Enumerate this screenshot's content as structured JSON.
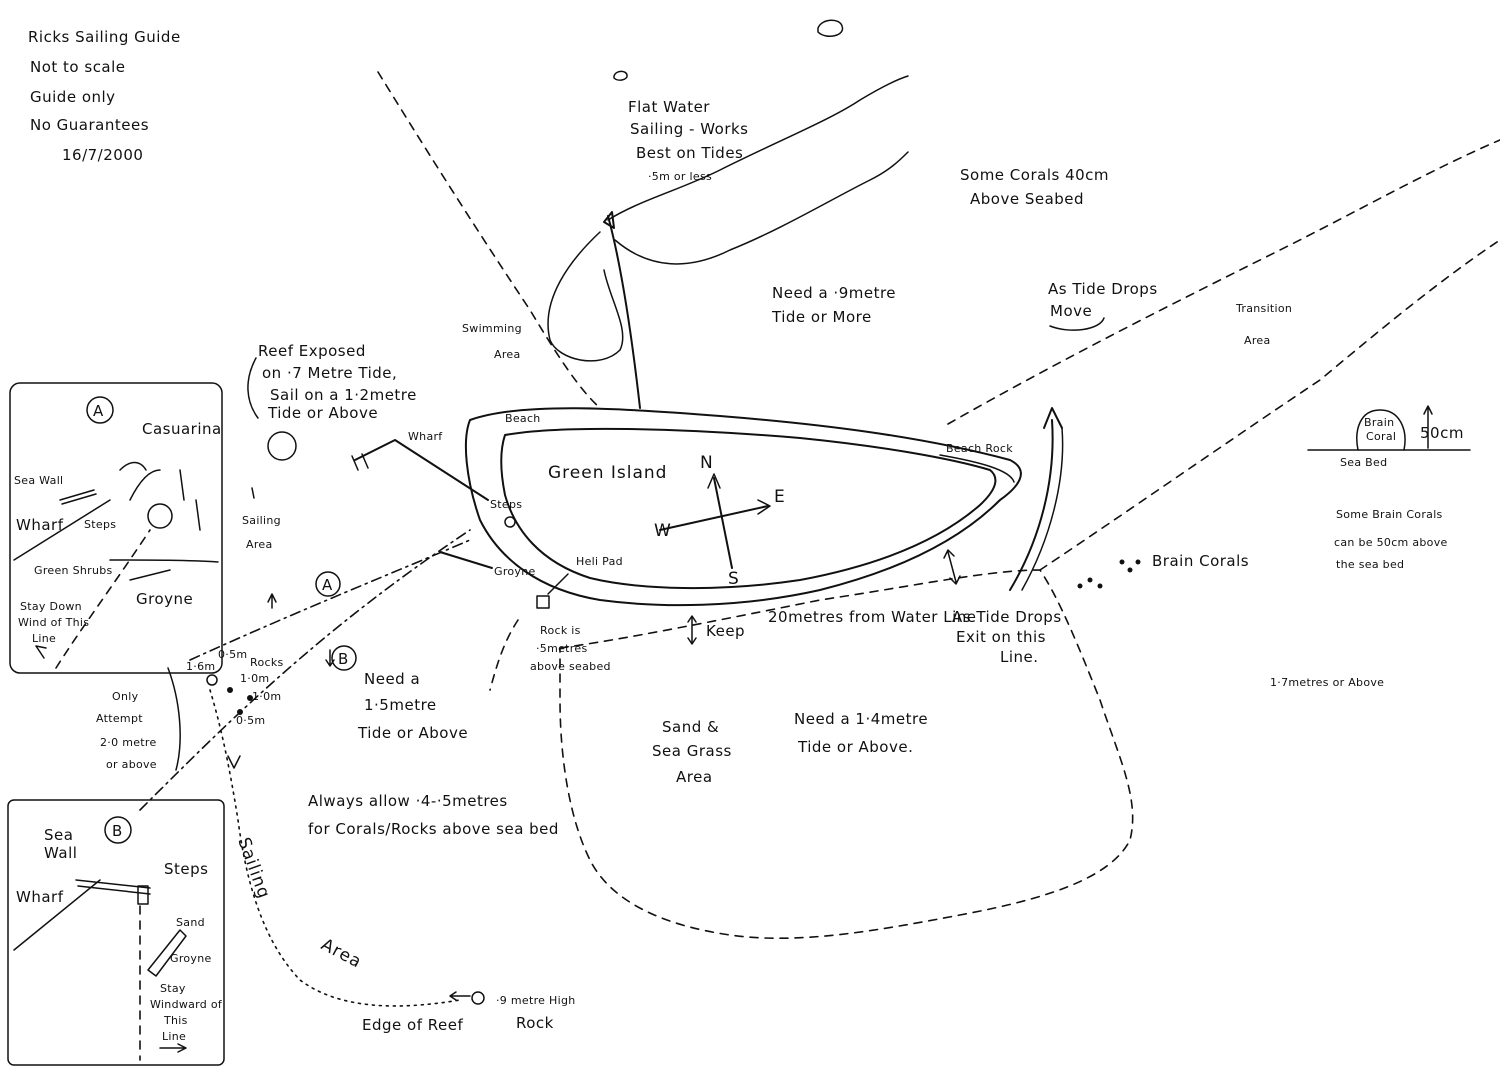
{
  "legend": {
    "title": "Ricks Sailing Guide",
    "lines": [
      "Not to scale",
      "Guide only",
      "No Guarantees"
    ],
    "date": "16/7/2000"
  },
  "island": {
    "name": "Green Island",
    "beach": "Beach",
    "beach_rock": "Beach Rock",
    "wharf": "Wharf",
    "steps": "Steps",
    "groyne": "Groyne",
    "heli_pad": "Heli Pad"
  },
  "compass": {
    "n": "N",
    "s": "S",
    "e": "E",
    "w": "W"
  },
  "notes": {
    "flat_water": [
      "Flat Water",
      "Sailing - Works",
      "Best on Tides",
      "·5m or less"
    ],
    "swimming": [
      "Swimming",
      "Area"
    ],
    "some_corals": [
      "Some Corals 40cm",
      "Above Seabed"
    ],
    "need_9": [
      "Need a ·9metre",
      "Tide or More"
    ],
    "tide_drops_move": [
      "As Tide Drops",
      "Move"
    ],
    "transition": [
      "Transition",
      "Area"
    ],
    "reef_exposed": [
      "Reef Exposed",
      "on ·7 Metre Tide,",
      "Sail on a 1·2metre",
      "Tide or Above"
    ],
    "sailing_area_small": [
      "Sailing",
      "Area"
    ],
    "rock_5": [
      "Rock is",
      "·5metres",
      "above seabed"
    ],
    "keep": "Keep",
    "twenty_m": "20metres from Water Line",
    "tide_exit": [
      "As Tide Drops",
      "Exit on this",
      "Line."
    ],
    "brain_corals": "Brain Corals",
    "brain_coral_box": [
      "Brain",
      "Coral"
    ],
    "fifty_cm": "50cm",
    "sea_bed": "Sea Bed",
    "some_brain_corals": [
      "Some Brain Corals",
      "can be 50cm above",
      "the sea bed"
    ],
    "one_seven": "1·7metres or Above",
    "need_15": [
      "Need a",
      "1·5metre",
      "Tide or Above"
    ],
    "only_attempt": [
      "Only",
      "Attempt",
      "2·0 metre",
      "or above"
    ],
    "rocks": "Rocks",
    "depths": [
      "1·6m",
      "0·5m",
      "1·0m",
      "1·0m",
      "0·5m"
    ],
    "always_allow": [
      "Always allow ·4-·5metres",
      "for Corals/Rocks above sea bed"
    ],
    "sand_sea_grass": [
      "Sand &",
      "Sea Grass",
      "Area"
    ],
    "need_14": [
      "Need a 1·4metre",
      "Tide or Above."
    ],
    "sailing_area_arc": [
      "Sailing",
      "Area"
    ],
    "edge_of_reef": "Edge of Reef",
    "nine_m_rock": [
      "·9 metre High",
      "Rock"
    ],
    "marker_a": "A",
    "marker_b": "B"
  },
  "inset_a": {
    "label": "A",
    "casuarina": "Casuarina",
    "sea_wall": "Sea Wall",
    "wharf": "Wharf",
    "steps": "Steps",
    "green_shrubs": "Green Shrubs",
    "groyne": "Groyne",
    "stay_down": [
      "Stay Down",
      "Wind of This",
      "Line"
    ]
  },
  "inset_b": {
    "label": "B",
    "sea_wall": [
      "Sea",
      "Wall"
    ],
    "wharf": "Wharf",
    "steps": "Steps",
    "sand": "Sand",
    "groyne": "Groyne",
    "stay_windward": [
      "Stay",
      "Windward of",
      "This",
      "Line"
    ]
  }
}
